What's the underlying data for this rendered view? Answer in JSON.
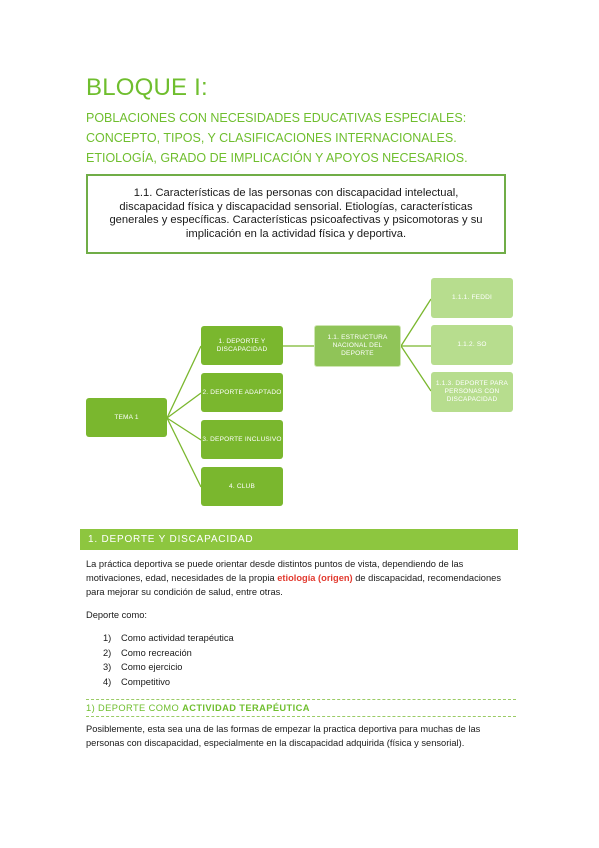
{
  "header": {
    "title": "BLOQUE I:",
    "subtitle_lines": [
      "POBLACIONES CON NECESIDADES EDUCATIVAS ESPECIALES:",
      "CONCEPTO, TIPOS, Y CLASIFICACIONES INTERNACIONALES.",
      "ETIOLOGÍA, GRADO DE IMPLICACIÓN Y APOYOS NECESARIOS."
    ]
  },
  "summary": {
    "text": "1.1. Características de las personas con discapacidad intelectual, discapacidad física y discapacidad sensorial. Etiologías, características generales y específicas. Características psicoafectivas y psicomotoras y su implicación en la actividad física y deportiva."
  },
  "diagram": {
    "root": "TEMA 1",
    "level1": [
      "1. DEPORTE Y DISCAPACIDAD",
      "2. DEPORTE ADAPTADO",
      "3. DEPORTE INCLUSIVO",
      "4. CLUB"
    ],
    "level2": "1.1. ESTRUCTURA NACIONAL DEL DEPORTE",
    "level3": [
      "1.1.1. FEDDI",
      "1.1.2. SO",
      "1.1.3. DEPORTE PARA PERSONAS CON DISCAPACIDAD"
    ]
  },
  "section": {
    "heading": "1. DEPORTE Y DISCAPACIDAD",
    "para1_a": "La práctica deportiva se puede orientar desde distintos puntos de vista, dependiendo de las motivaciones, edad, necesidades de la propia ",
    "para1_highlight": "etiología (origen)",
    "para1_b": " de discapacidad, recomendaciones para mejorar su condición de salud, entre otras.",
    "intro": "Deporte como:",
    "list": [
      {
        "num": "1)",
        "text": "Como actividad terapéutica"
      },
      {
        "num": "2)",
        "text": "Como recreación"
      },
      {
        "num": "3)",
        "text": "Como ejercicio"
      },
      {
        "num": "4)",
        "text": "Competitivo"
      }
    ]
  },
  "subsection": {
    "heading_prefix": "1) DEPORTE COMO ",
    "heading_bold": "ACTIVIDAD TERAPÉUTICA",
    "para": "Posiblemente, esta sea una de las formas de empezar la practica deportiva para muchas de las personas con discapacidad, especialmente en la discapacidad adquirida (física y sensorial)."
  },
  "colors": {
    "accent": "#6fbe2e",
    "bar": "#8dc63f",
    "highlight": "#e23a2f"
  }
}
